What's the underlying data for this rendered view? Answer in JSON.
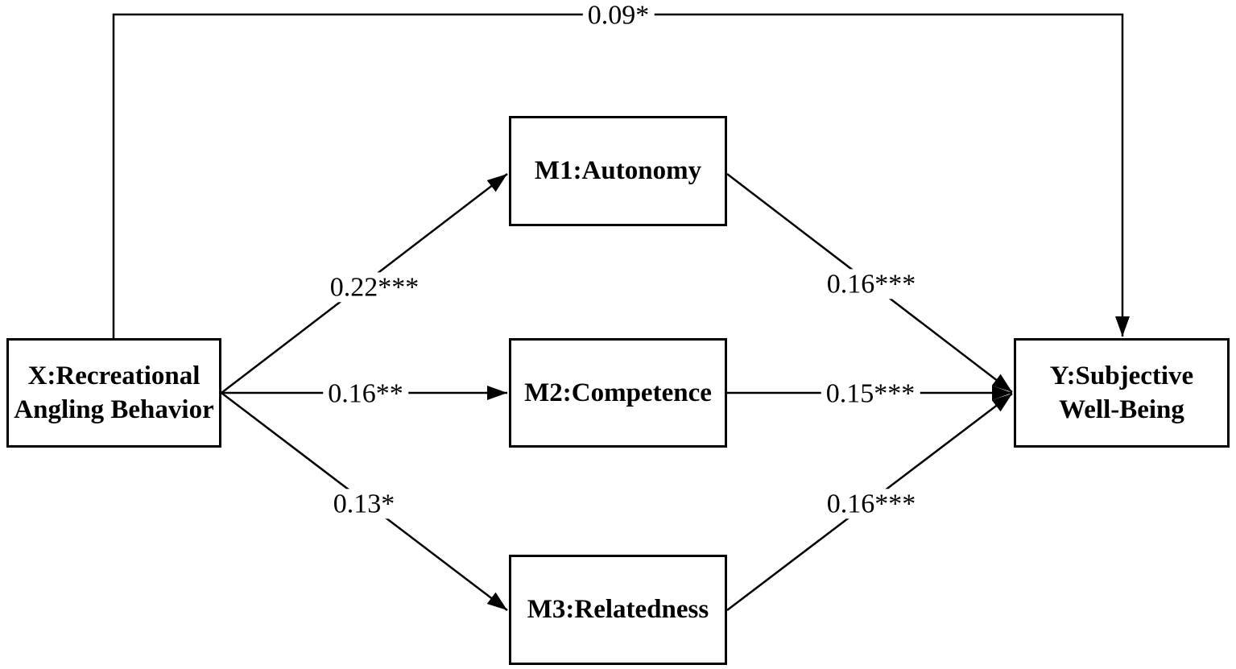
{
  "diagram": {
    "background_color": "#ffffff",
    "line_color": "#000000",
    "text_color": "#000000"
  },
  "nodes": {
    "x": {
      "line1": "X:Recreational",
      "line2": "Angling Behavior"
    },
    "m1": {
      "label": "M1:Autonomy"
    },
    "m2": {
      "label": "M2:Competence"
    },
    "m3": {
      "label": "M3:Relatedness"
    },
    "y": {
      "line1": "Y:Subjective",
      "line2": "Well-Being"
    }
  },
  "paths": {
    "x_to_y_direct": {
      "coefficient": "0.09*"
    },
    "x_to_m1": {
      "coefficient": "0.22***"
    },
    "x_to_m2": {
      "coefficient": "0.16**"
    },
    "x_to_m3": {
      "coefficient": "0.13*"
    },
    "m1_to_y": {
      "coefficient": "0.16***"
    },
    "m2_to_y": {
      "coefficient": "0.15***"
    },
    "m3_to_y": {
      "coefficient": "0.16***"
    }
  }
}
